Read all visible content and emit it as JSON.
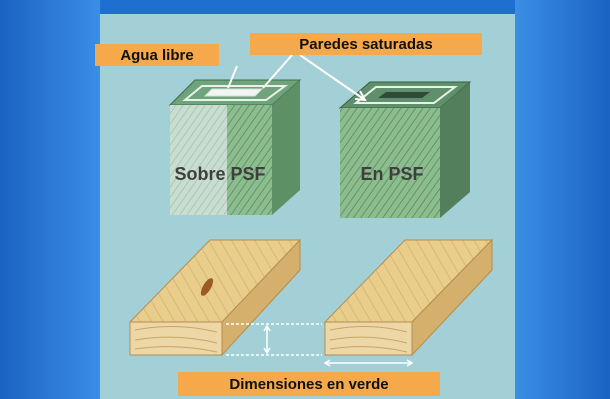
{
  "labels": {
    "free_water": "Agua libre",
    "saturated_walls": "Paredes saturadas",
    "above_fsp": "Sobre PSF",
    "at_fsp": "En PSF",
    "green_dimensions": "Dimensiones en verde"
  },
  "colors": {
    "background_blue": "#1f6fd0",
    "panel": "#a3cfd6",
    "label_orange": "#f5a94a",
    "wood_green": "#6ea07a",
    "wood_light": "#e7c98a"
  }
}
